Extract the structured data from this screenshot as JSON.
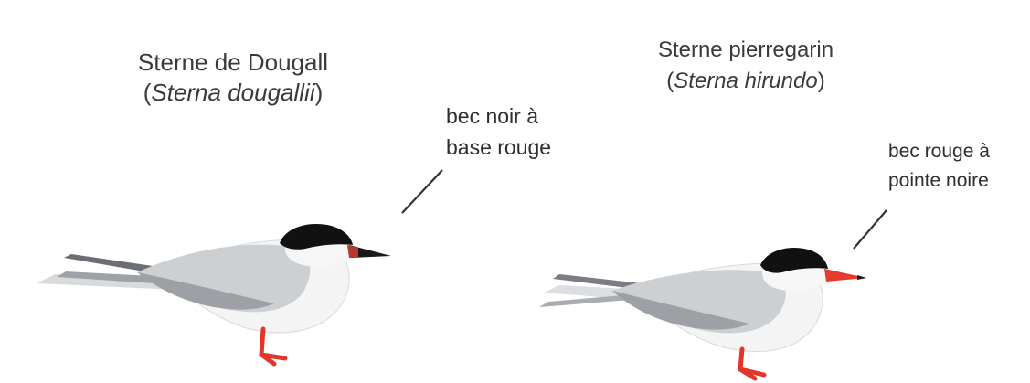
{
  "species": [
    {
      "common_name": "Sterne de Dougall",
      "scientific_name": "Sterna dougallii",
      "bill_note": "bec noir à\nbase rouge",
      "bill_color": "#1a1a1a",
      "bill_base_color": "#c0392b"
    },
    {
      "common_name": "Sterne pierregarin",
      "scientific_name": "Sterna hirundo",
      "bill_note": "bec rouge à\npointe noire",
      "bill_color": "#e53b2c",
      "bill_tip_color": "#1a1a1a"
    }
  ],
  "colors": {
    "cap": "#111111",
    "mantle": "#cfd2d4",
    "wing_dark": "#8c9094",
    "body": "#f6f6f6",
    "legs": "#e0372a",
    "leader_line": "#333333"
  }
}
